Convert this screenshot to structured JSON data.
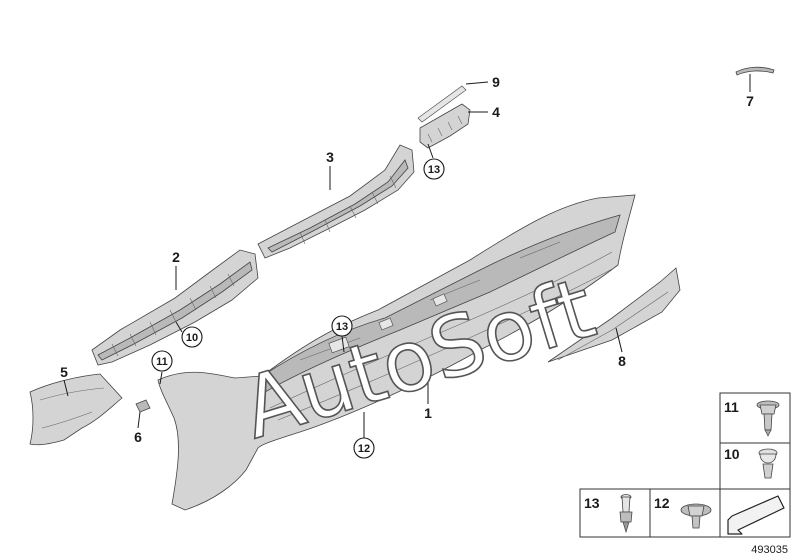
{
  "watermark": "AutoSoft",
  "reference_number": "493035",
  "callouts": {
    "c1": "1",
    "c2": "2",
    "c3": "3",
    "c4": "4",
    "c5": "5",
    "c6": "6",
    "c7": "7",
    "c8": "8",
    "c9": "9",
    "c10": "10",
    "c11": "11",
    "c12": "12",
    "c13a": "13",
    "c13b": "13"
  },
  "legend": {
    "b11": "11",
    "b10": "10",
    "b13": "13",
    "b12": "12"
  }
}
